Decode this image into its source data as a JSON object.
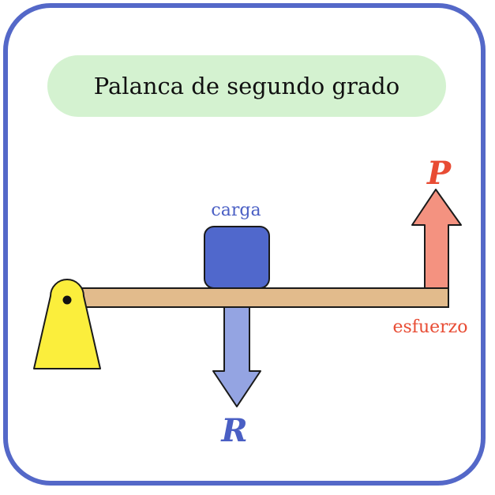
{
  "title": "Palanca de segundo grado",
  "labels": {
    "load": "carga",
    "effort": "esfuerzo",
    "resistance_symbol": "R",
    "power_symbol": "P"
  },
  "colors": {
    "border": "#5468c8",
    "title_background": "#d4f2d0",
    "lever": "#e2bb8c",
    "fulcrum": "#fbee3c",
    "load": "#5068cc",
    "resistance_arrow": "#94a4e2",
    "effort_arrow": "#f49280",
    "effort_text": "#e84c34",
    "resistance_text": "#4a5fc4"
  }
}
